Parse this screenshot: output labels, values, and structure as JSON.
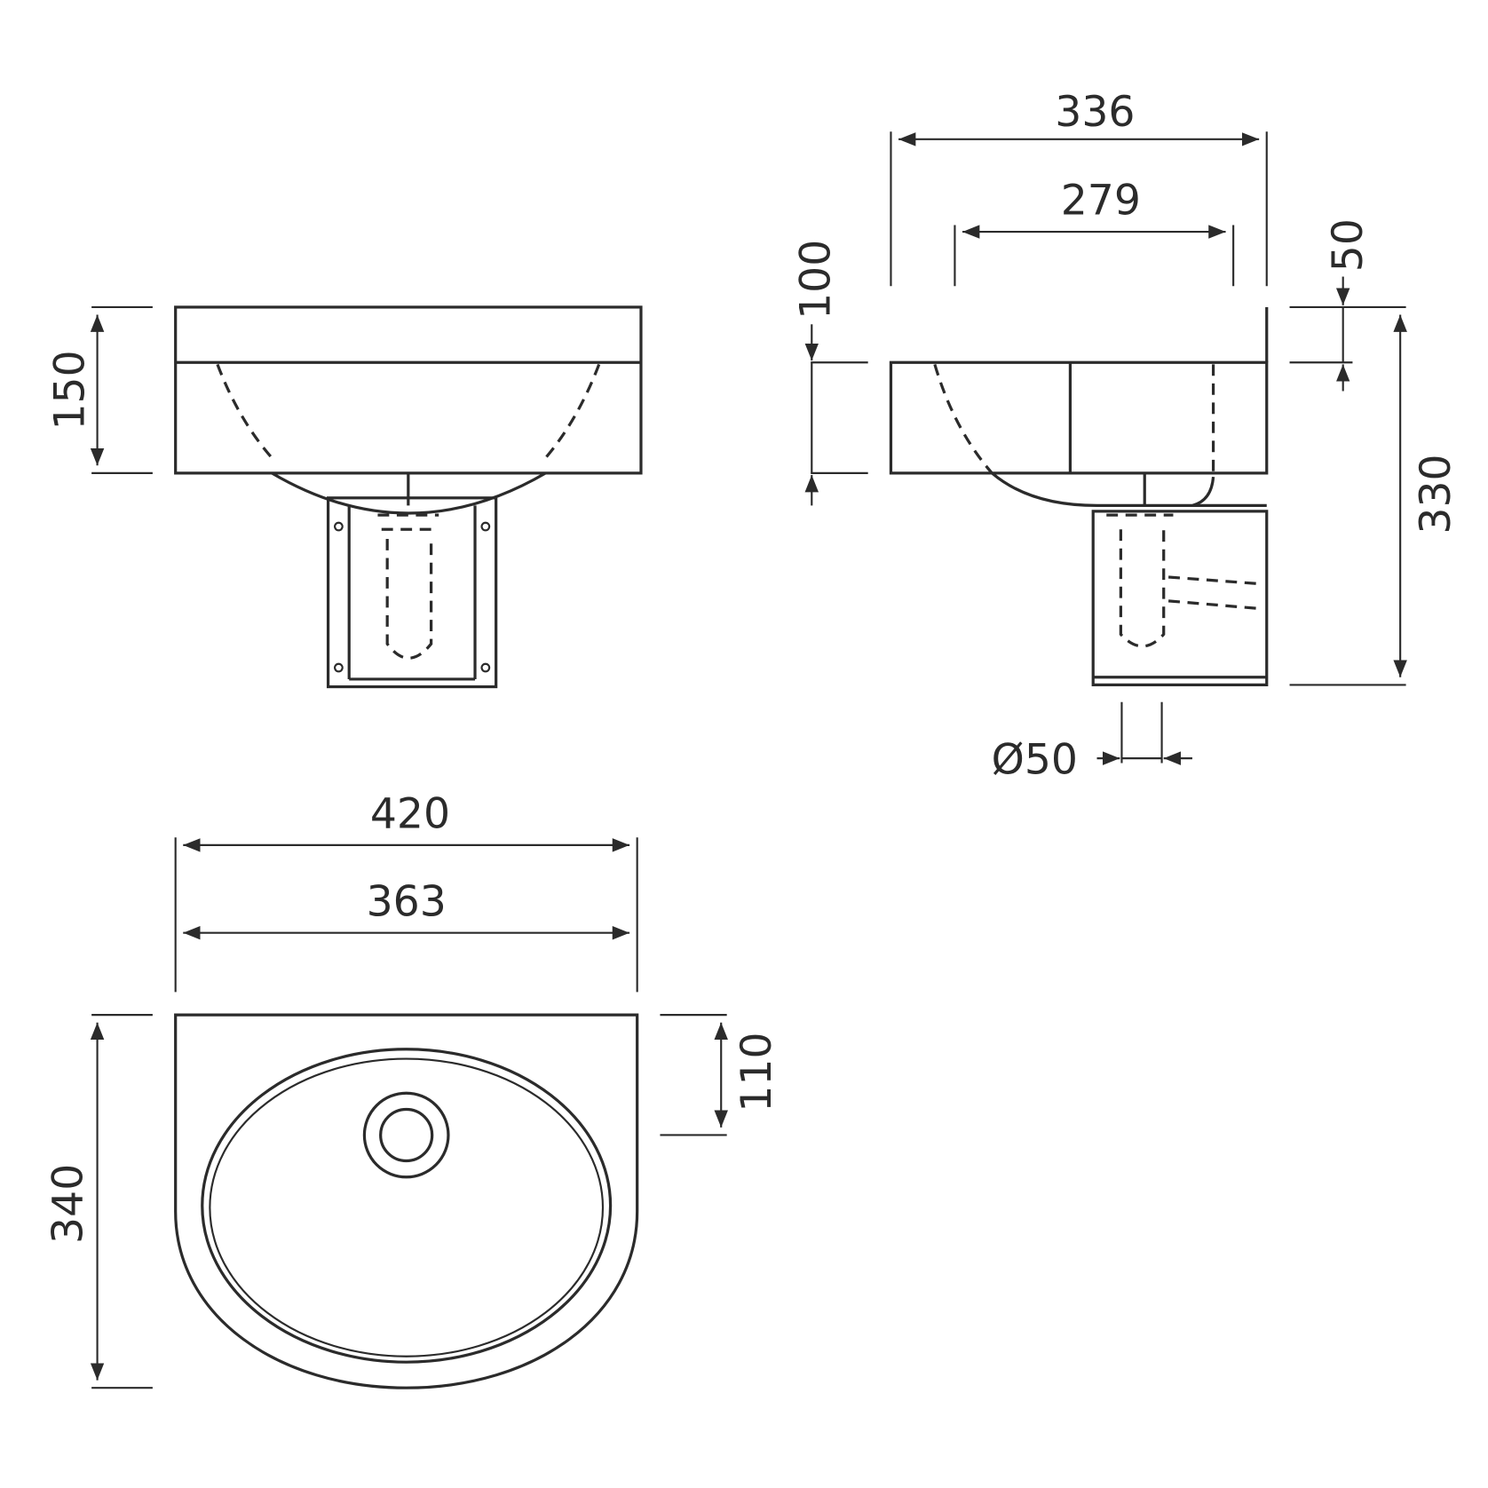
{
  "colors": {
    "line": "#2b2b2b",
    "background": "#ffffff"
  },
  "front_view": {
    "height_label": "150"
  },
  "side_view": {
    "overall_depth_label": "336",
    "bowl_depth_label": "279",
    "basin_height_label": "100",
    "rim_offset_label": "50",
    "total_height_label": "330",
    "waste_diameter_label": "Ø50"
  },
  "top_view": {
    "overall_width_label": "420",
    "bowl_width_label": "363",
    "overall_depth_label": "340",
    "waste_offset_label": "110"
  }
}
